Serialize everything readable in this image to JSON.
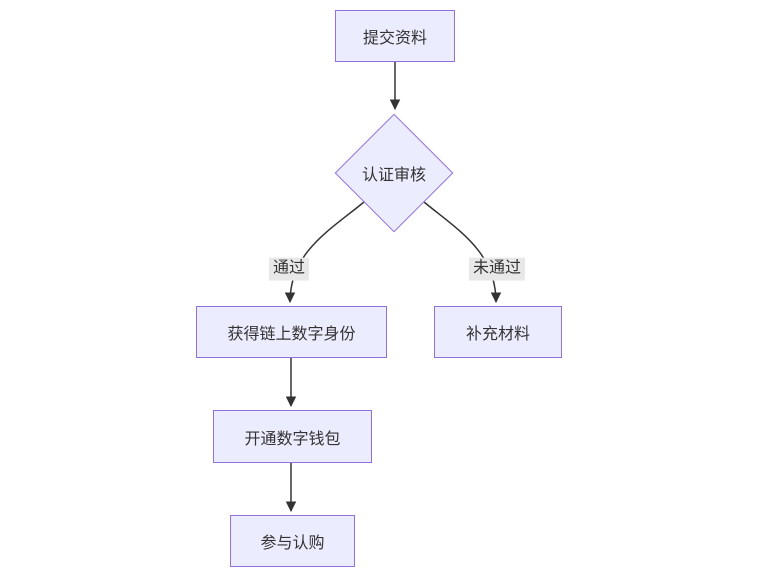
{
  "diagram": {
    "type": "flowchart",
    "direction": "top-down",
    "colors": {
      "node_fill": "#ECECFF",
      "node_border": "#9370DB",
      "edge_color": "#333333",
      "text_color": "#333333",
      "edge_label_background": "#e8e8e8",
      "canvas_background": "#ffffff"
    },
    "nodes": [
      {
        "id": "submit",
        "label": "提交资料",
        "shape": "rect"
      },
      {
        "id": "review",
        "label": "认证审核",
        "shape": "diamond"
      },
      {
        "id": "identity",
        "label": "获得链上数字身份",
        "shape": "rect"
      },
      {
        "id": "supplement",
        "label": "补充材料",
        "shape": "rect"
      },
      {
        "id": "wallet",
        "label": "开通数字钱包",
        "shape": "rect"
      },
      {
        "id": "purchase",
        "label": "参与认购",
        "shape": "rect"
      }
    ],
    "edges": [
      {
        "from": "submit",
        "to": "review",
        "label": ""
      },
      {
        "from": "review",
        "to": "identity",
        "label": "通过"
      },
      {
        "from": "review",
        "to": "supplement",
        "label": "未通过"
      },
      {
        "from": "identity",
        "to": "wallet",
        "label": ""
      },
      {
        "from": "wallet",
        "to": "purchase",
        "label": ""
      }
    ]
  }
}
